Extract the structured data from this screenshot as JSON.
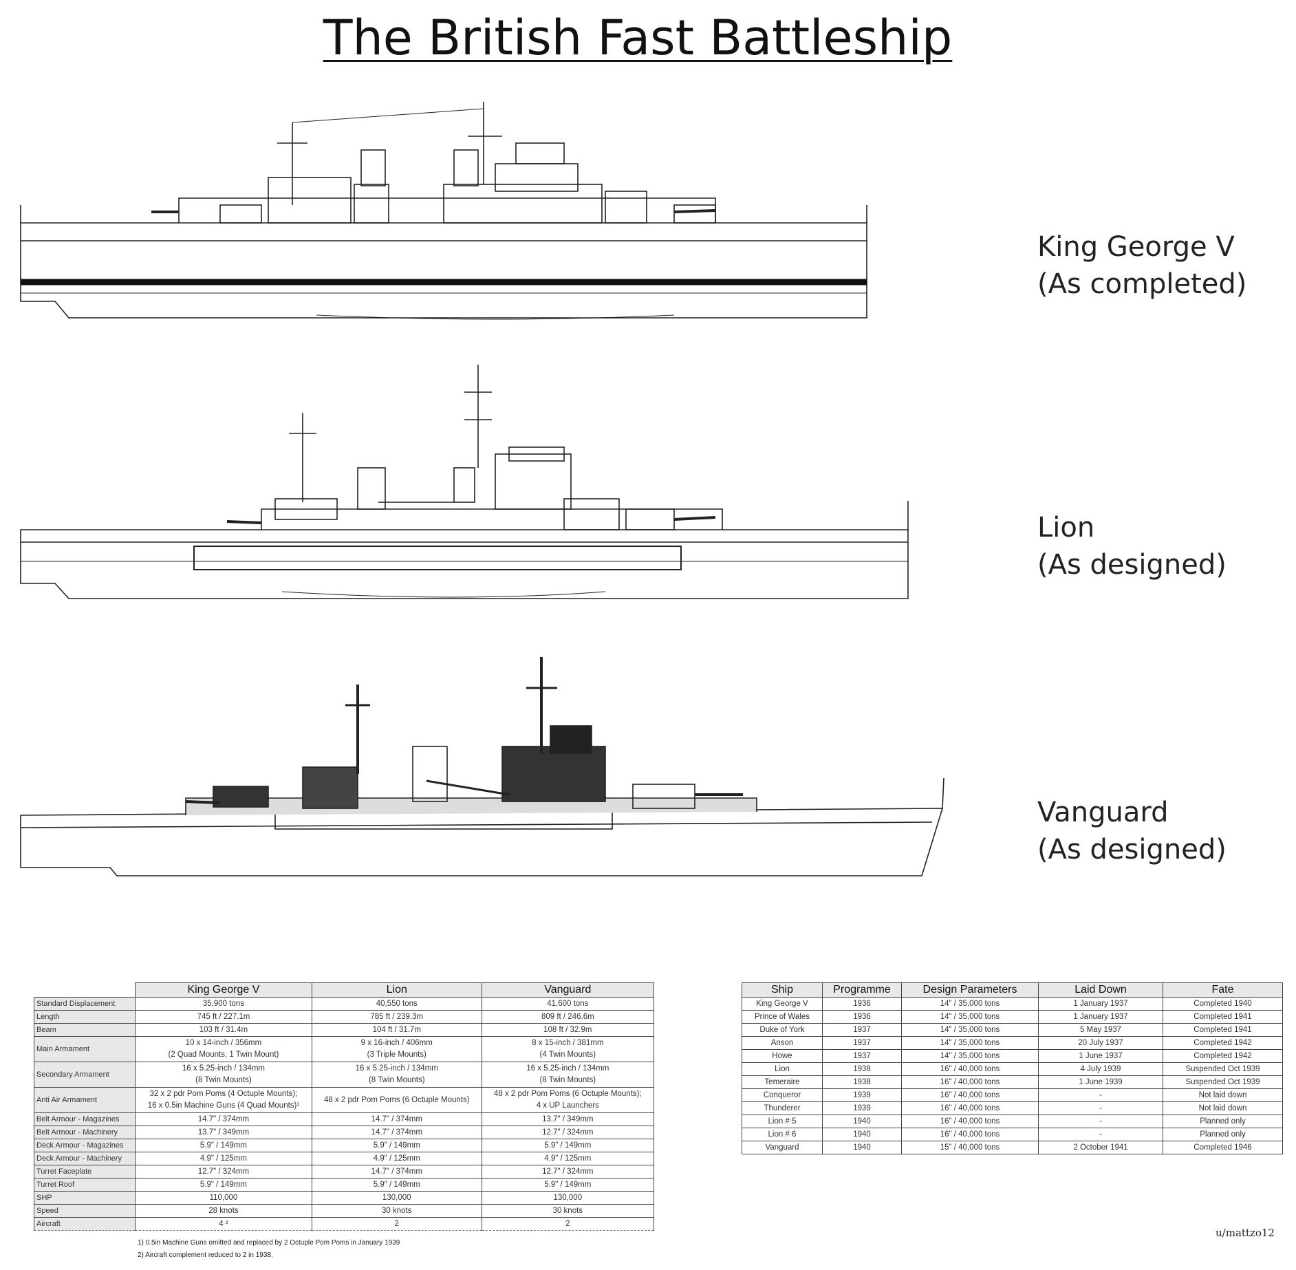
{
  "title": "The British Fast Battleship",
  "ships": [
    {
      "name": "King George V",
      "status": "(As completed)"
    },
    {
      "name": "Lion",
      "status": "(As designed)"
    },
    {
      "name": "Vanguard",
      "status": "(As designed)"
    }
  ],
  "spec_table": {
    "columns": [
      "King George V",
      "Lion",
      "Vanguard"
    ],
    "rows": [
      {
        "label": "Standard Displacement",
        "values": [
          "35,900 tons",
          "40,550 tons",
          "41,600 tons"
        ]
      },
      {
        "label": "Length",
        "values": [
          "745 ft / 227.1m",
          "785 ft / 239.3m",
          "809 ft / 246.6m"
        ]
      },
      {
        "label": "Beam",
        "values": [
          "103 ft / 31.4m",
          "104 ft / 31.7m",
          "108 ft / 32.9m"
        ]
      },
      {
        "label": "Main Armament",
        "values": [
          [
            "10 x 14-inch / 356mm",
            "(2 Quad Mounts, 1 Twin Mount)"
          ],
          [
            "9 x 16-inch / 406mm",
            "(3 Triple Mounts)"
          ],
          [
            "8 x 15-inch / 381mm",
            "(4 Twin Mounts)"
          ]
        ]
      },
      {
        "label": "Secondary Armament",
        "values": [
          [
            "16 x 5.25-inch / 134mm",
            "(8 Twin Mounts)"
          ],
          [
            "16 x 5.25-inch / 134mm",
            "(8 Twin Mounts)"
          ],
          [
            "16 x 5.25-inch / 134mm",
            "(8 Twin Mounts)"
          ]
        ]
      },
      {
        "label": "Anti Air Armament",
        "values": [
          [
            "32 x 2 pdr Pom Poms (4 Octuple Mounts);",
            "16 x 0.5in Machine Guns (4 Quad Mounts)¹"
          ],
          [
            "48 x 2 pdr Pom Poms (6 Octuple Mounts)"
          ],
          [
            "48 x 2 pdr Pom Poms (6 Octuple Mounts);",
            "4 x UP Launchers"
          ]
        ]
      },
      {
        "label": "Belt Armour - Magazines",
        "values": [
          "14.7\" / 374mm",
          "14.7\" / 374mm",
          "13.7\" / 349mm"
        ]
      },
      {
        "label": "Belt Armour - Machinery",
        "values": [
          "13.7\" / 349mm",
          "14.7\" / 374mm",
          "12.7\" / 324mm"
        ]
      },
      {
        "label": "Deck Armour - Magazines",
        "values": [
          "5.9\" / 149mm",
          "5.9\" / 149mm",
          "5.9\" / 149mm"
        ]
      },
      {
        "label": "Deck Armour - Machinery",
        "values": [
          "4.9\" / 125mm",
          "4.9\" / 125mm",
          "4.9\" / 125mm"
        ]
      },
      {
        "label": "Turret Faceplate",
        "values": [
          "12.7\" / 324mm",
          "14.7\" / 374mm",
          "12.7\" / 324mm"
        ]
      },
      {
        "label": "Turret Roof",
        "values": [
          "5.9\" / 149mm",
          "5.9\" / 149mm",
          "5.9\" / 149mm"
        ]
      },
      {
        "label": "SHP",
        "values": [
          "110,000",
          "130,000",
          "130,000"
        ]
      },
      {
        "label": "Speed",
        "values": [
          "28 knots",
          "30 knots",
          "30 knots"
        ]
      },
      {
        "label": "Aircraft",
        "values": [
          "4 ²",
          "2",
          "2"
        ]
      }
    ]
  },
  "footnotes": [
    "1) 0.5in Machine Guns omitted and replaced by 2 Octuple Pom Poms in January 1939",
    "2) Aircraft complement reduced to 2 in 1938."
  ],
  "schedule_table": {
    "columns": [
      "Ship",
      "Programme",
      "Design Parameters",
      "Laid Down",
      "Fate"
    ],
    "rows": [
      [
        "King George V",
        "1936",
        "14\" / 35,000 tons",
        "1 January 1937",
        "Completed 1940"
      ],
      [
        "Prince of Wales",
        "1936",
        "14\" / 35,000 tons",
        "1 January 1937",
        "Completed 1941"
      ],
      [
        "Duke of York",
        "1937",
        "14\" / 35,000 tons",
        "5 May 1937",
        "Completed 1941"
      ],
      [
        "Anson",
        "1937",
        "14\" / 35,000 tons",
        "20 July 1937",
        "Completed 1942"
      ],
      [
        "Howe",
        "1937",
        "14\" / 35,000 tons",
        "1 June 1937",
        "Completed 1942"
      ],
      [
        "Lion",
        "1938",
        "16\" / 40,000 tons",
        "4 July 1939",
        "Suspended Oct 1939"
      ],
      [
        "Temeraire",
        "1938",
        "16\" / 40,000 tons",
        "1 June 1939",
        "Suspended Oct 1939"
      ],
      [
        "Conqueror",
        "1939",
        "16\" / 40,000 tons",
        "-",
        "Not laid down"
      ],
      [
        "Thunderer",
        "1939",
        "16\" / 40,000 tons",
        "-",
        "Not laid down"
      ],
      [
        "Lion # 5",
        "1940",
        "16\" / 40,000 tons",
        "-",
        "Planned only"
      ],
      [
        "Lion # 6",
        "1940",
        "16\" / 40,000 tons",
        "-",
        "Planned only"
      ],
      [
        "Vanguard",
        "1940",
        "15\" / 40,000 tons",
        "2 October 1941",
        "Completed 1946"
      ]
    ]
  },
  "credit": "u/mattzo12"
}
